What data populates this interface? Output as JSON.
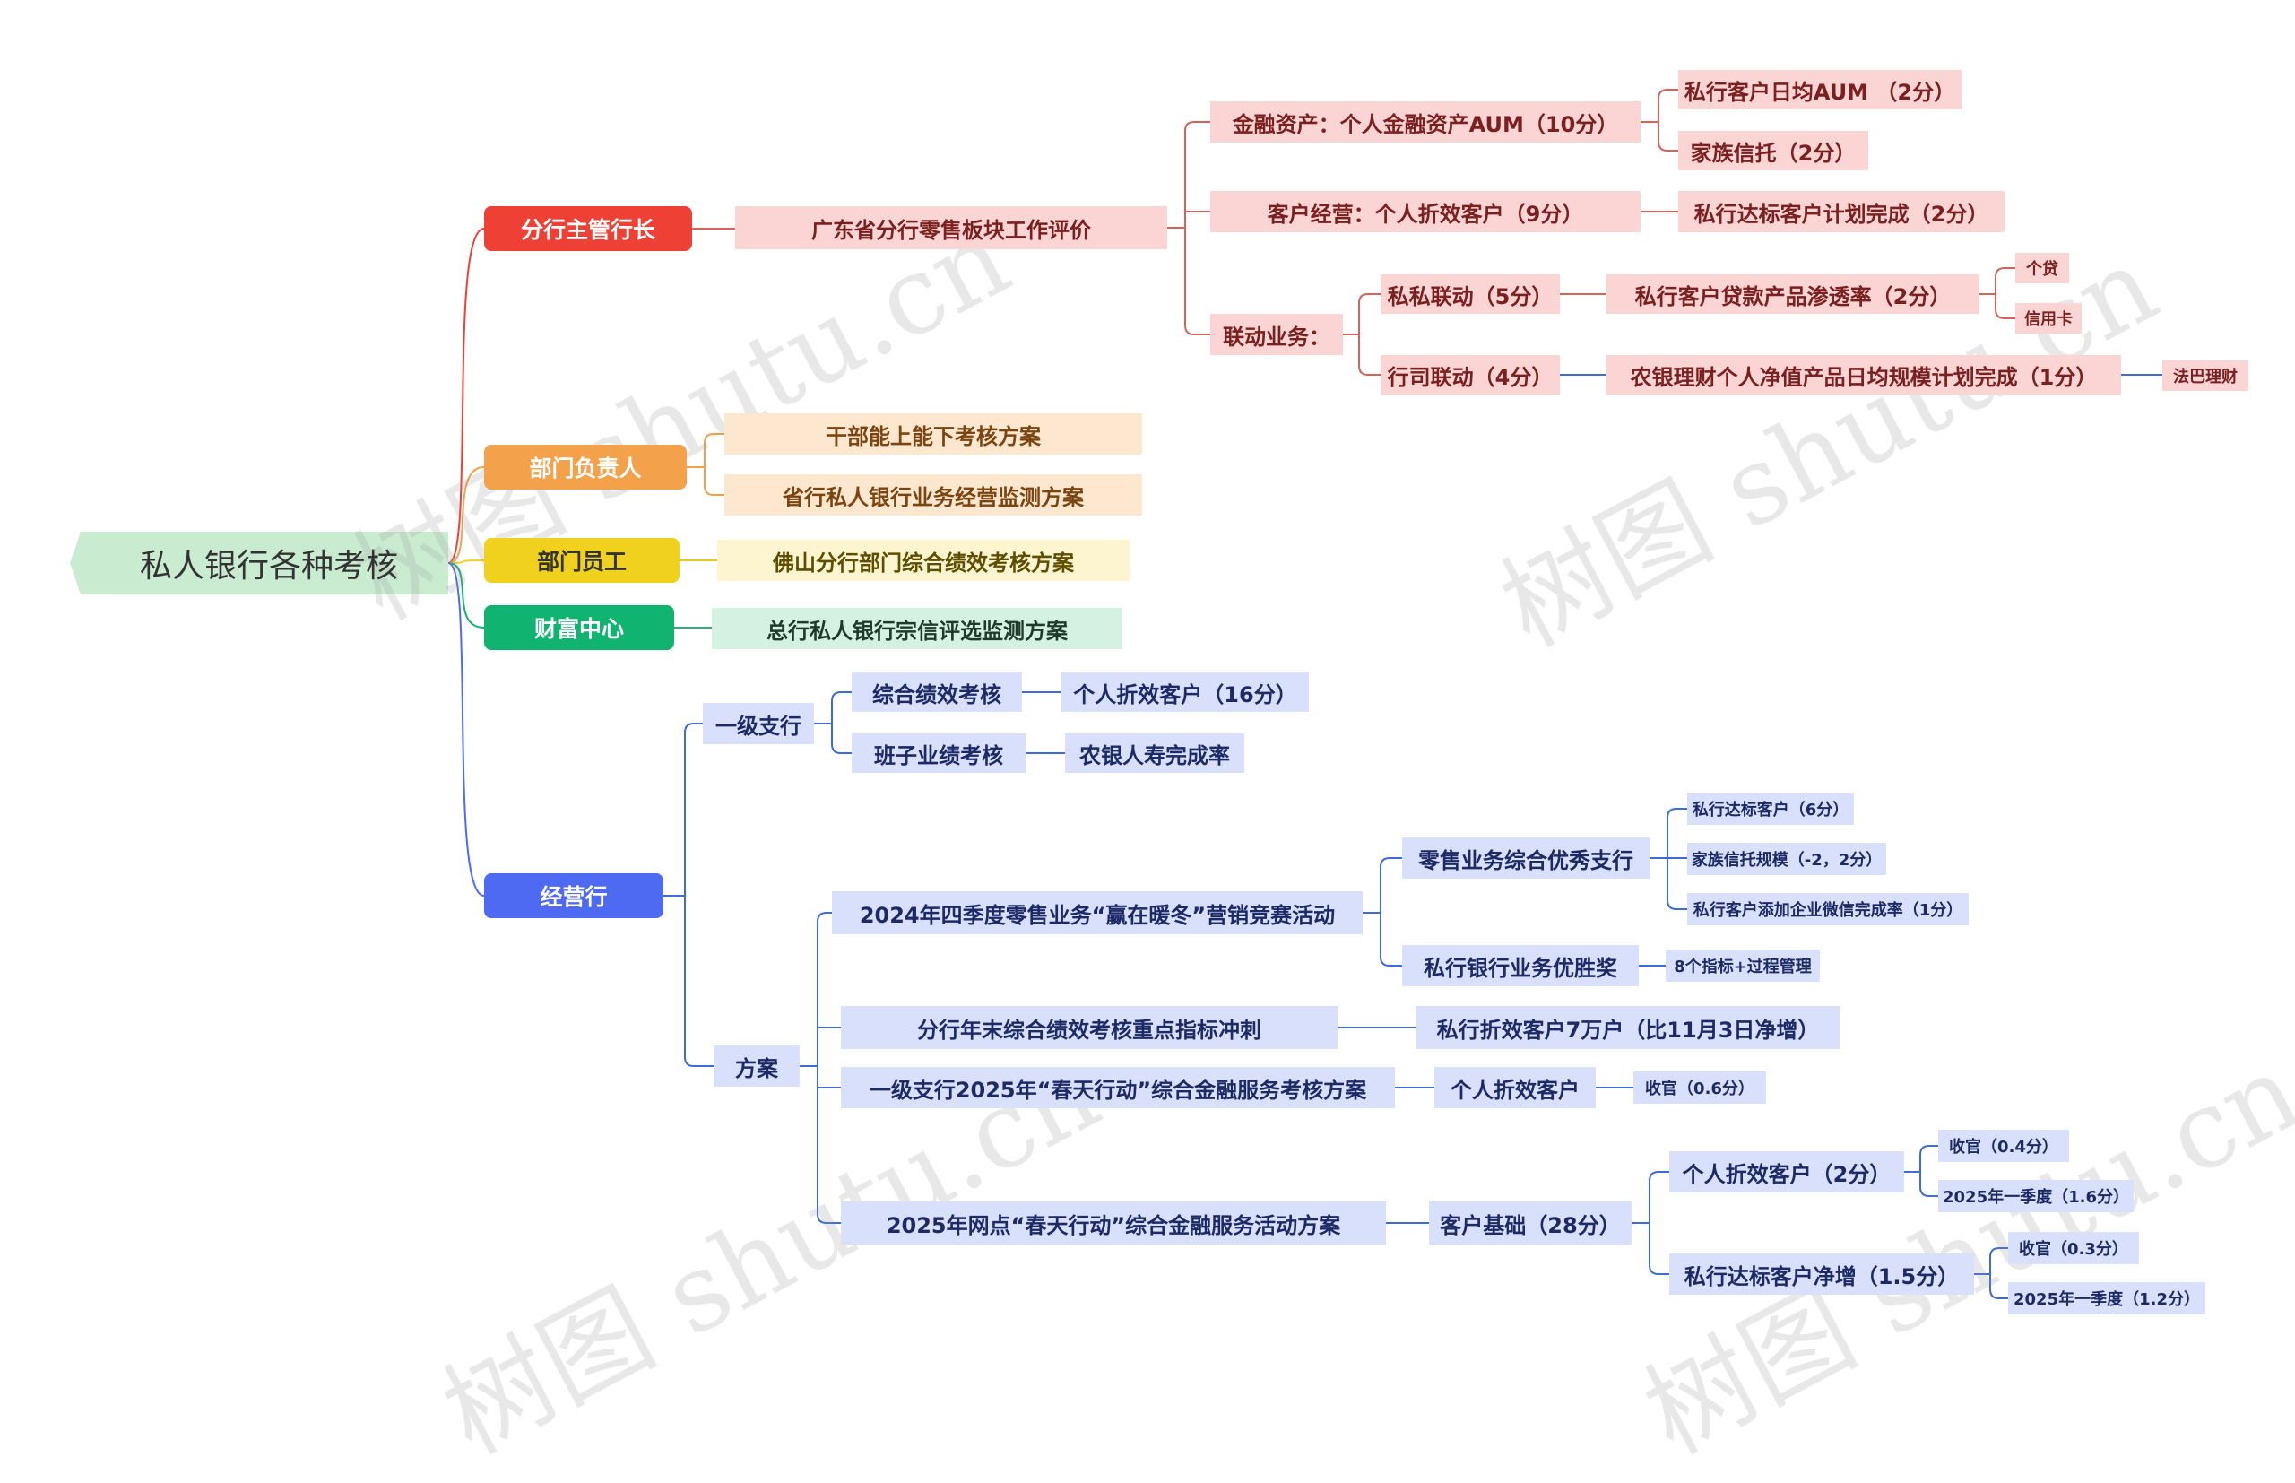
{
  "root": "私人银行各种考核",
  "branch1": {
    "label": "分行主管行长",
    "child": "广东省分行零售板块工作评价",
    "financial_assets": "金融资产：个人金融资产AUM（10分）",
    "private_daily_aum": "私行客户日均AUM （2分）",
    "family_trust": "家族信托（2分）",
    "customer_ops": "客户经营：个人折效客户（9分）",
    "private_plan": "私行达标客户计划完成（2分）",
    "linkage": "联动业务：",
    "pp_linkage": "私私联动（5分）",
    "loan_penetration": "私行客户贷款产品渗透率（2分）",
    "personal_loan": "个贷",
    "credit_card": "信用卡",
    "bank_corp_linkage": "行司联动（4分）",
    "wealth_plan": "农银理财个人净值产品日均规模计划完成（1分）",
    "fabaliCai": "法巴理财"
  },
  "branch2": {
    "label": "部门负责人",
    "c1": "干部能上能下考核方案",
    "c2": "省行私人银行业务经营监测方案"
  },
  "branch3": {
    "label": "部门员工",
    "c1": "佛山分行部门综合绩效考核方案"
  },
  "branch4": {
    "label": "财富中心",
    "c1": "总行私人银行宗信评选监测方案"
  },
  "branch5": {
    "label": "经营行",
    "tier1": "一级支行",
    "composite": "综合绩效考核",
    "composite_val": "个人折效客户（16分）",
    "team": "班子业绩考核",
    "team_val": "农银人寿完成率",
    "plan": "方案",
    "p1": "2024年四季度零售业务“赢在暖冬”营销竞赛活动",
    "p1_a": "零售业务综合优秀支行",
    "p1_a1": "私行达标客户（6分）",
    "p1_a2": "家族信托规模（-2，2分）",
    "p1_a3": "私行客户添加企业微信完成率（1分）",
    "p1_b": "私行银行业务优胜奖",
    "p1_b1": "8个指标+过程管理",
    "p2": "分行年末综合绩效考核重点指标冲刺",
    "p2_a": "私行折效客户7万户（比11月3日净增）",
    "p3": "一级支行2025年“春天行动”综合金融服务考核方案",
    "p3_a": "个人折效客户",
    "p3_a1": "收官（0.6分）",
    "p4": "2025年网点“春天行动”综合金融服务活动方案",
    "p4_a": "客户基础（28分）",
    "p4_b": "个人折效客户（2分）",
    "p4_b1": "收官（0.4分）",
    "p4_b2": "2025年一季度（1.6分）",
    "p4_c": "私行达标客户净增（1.5分）",
    "p4_c1": "收官（0.3分）",
    "p4_c2": "2025年一季度（1.2分）"
  },
  "watermark": "树图 shutu.cn",
  "colors": {
    "red": "#ee4035",
    "orange": "#f4a14b",
    "yellow": "#f0d21e",
    "green": "#10b36f",
    "blue": "#4f6af2",
    "root_fill": "#c9ecd1"
  }
}
